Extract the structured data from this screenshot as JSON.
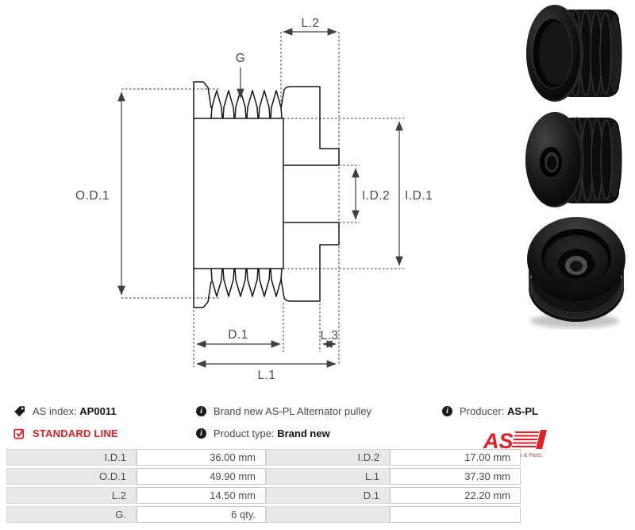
{
  "drawing": {
    "dimension_labels": {
      "od1": "O.D.1",
      "g": "G",
      "l2": "L.2",
      "id2": "I.D.2",
      "id1": "I.D.1",
      "d1": "D.1",
      "l3": "L.3",
      "l1": "L.1"
    }
  },
  "product_info": {
    "as_index_label": "AS index:",
    "as_index_value": "AP0011",
    "line_badge": "STANDARD LINE",
    "description": "Brand new AS-PL Alternator pulley",
    "product_type_label": "Product type:",
    "product_type_value": "Brand new",
    "producer_label": "Producer:",
    "producer_value": "AS-PL",
    "logo_text": "AS",
    "logo_tagline": "Alternators, Starters & Parts"
  },
  "icons": {
    "info_glyph": "i"
  },
  "spec_table": {
    "rows": [
      {
        "label1": "I.D.1",
        "value1": "36.00 mm",
        "label2": "I.D.2",
        "value2": "17.00 mm"
      },
      {
        "label1": "O.D.1",
        "value1": "49.90 mm",
        "label2": "L.1",
        "value2": "37.30 mm"
      },
      {
        "label1": "L.2",
        "value1": "14.50 mm",
        "label2": "D.1",
        "value2": "22.20 mm"
      },
      {
        "label1": "G.",
        "value1": "6 qty.",
        "label2": "",
        "value2": ""
      }
    ]
  },
  "colors": {
    "accent_red": "#e31e24",
    "table_label_bg": "#e8e8e8",
    "drawing_line": "#161616"
  }
}
